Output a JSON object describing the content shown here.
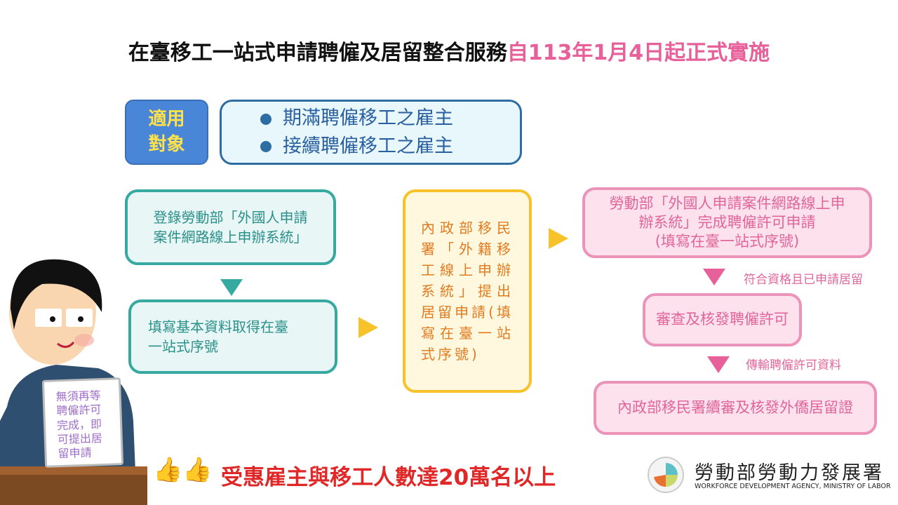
{
  "title": {
    "main": "在臺移工一站式申請聘僱及居留整合服務",
    "highlight": "自113年1月4日起正式實施"
  },
  "target": {
    "label_line1": "適用",
    "label_line2": "對象",
    "items": [
      "期滿聘僱移工之雇主",
      "接續聘僱移工之雇主"
    ]
  },
  "steps": {
    "login_line1": "登錄勞動部「外國人申請",
    "login_line2": "案件網路線上申辦系統」",
    "fill_line1": "填寫基本資料取得在臺",
    "fill_line2": "一站式序號",
    "immigration": "內政部移民署「外籍移工線上申辦系統」提出居留申請(填寫在臺一站式序號)",
    "mol_line1": "勞動部「外國人申請案件網路線上申",
    "mol_line2": "辦系統」完成聘僱許可申請",
    "mol_line3": "(填寫在臺一站式序號)",
    "note1": "符合資格且已申請居留",
    "review": "審查及核發聘僱許可",
    "note2": "傳輸聘僱許可資料",
    "final": "內政部移民署續審及核發外僑居留證"
  },
  "sign_text": [
    "無須再等",
    "聘僱許可",
    "完成，即",
    "可提出居",
    "留申請"
  ],
  "bottom_text": "受惠雇主與移工人數達20萬名以上",
  "agency": {
    "name_zh": "勞動部勞動力發展署",
    "name_en": "WORKFORCE DEVELOPMENT AGENCY, MINISTRY OF LABOR"
  },
  "colors": {
    "pink": "#e8609a",
    "teal": "#36a9a0",
    "yellow": "#f8c22a",
    "blue": "#4a86d8",
    "red": "#e02828"
  }
}
